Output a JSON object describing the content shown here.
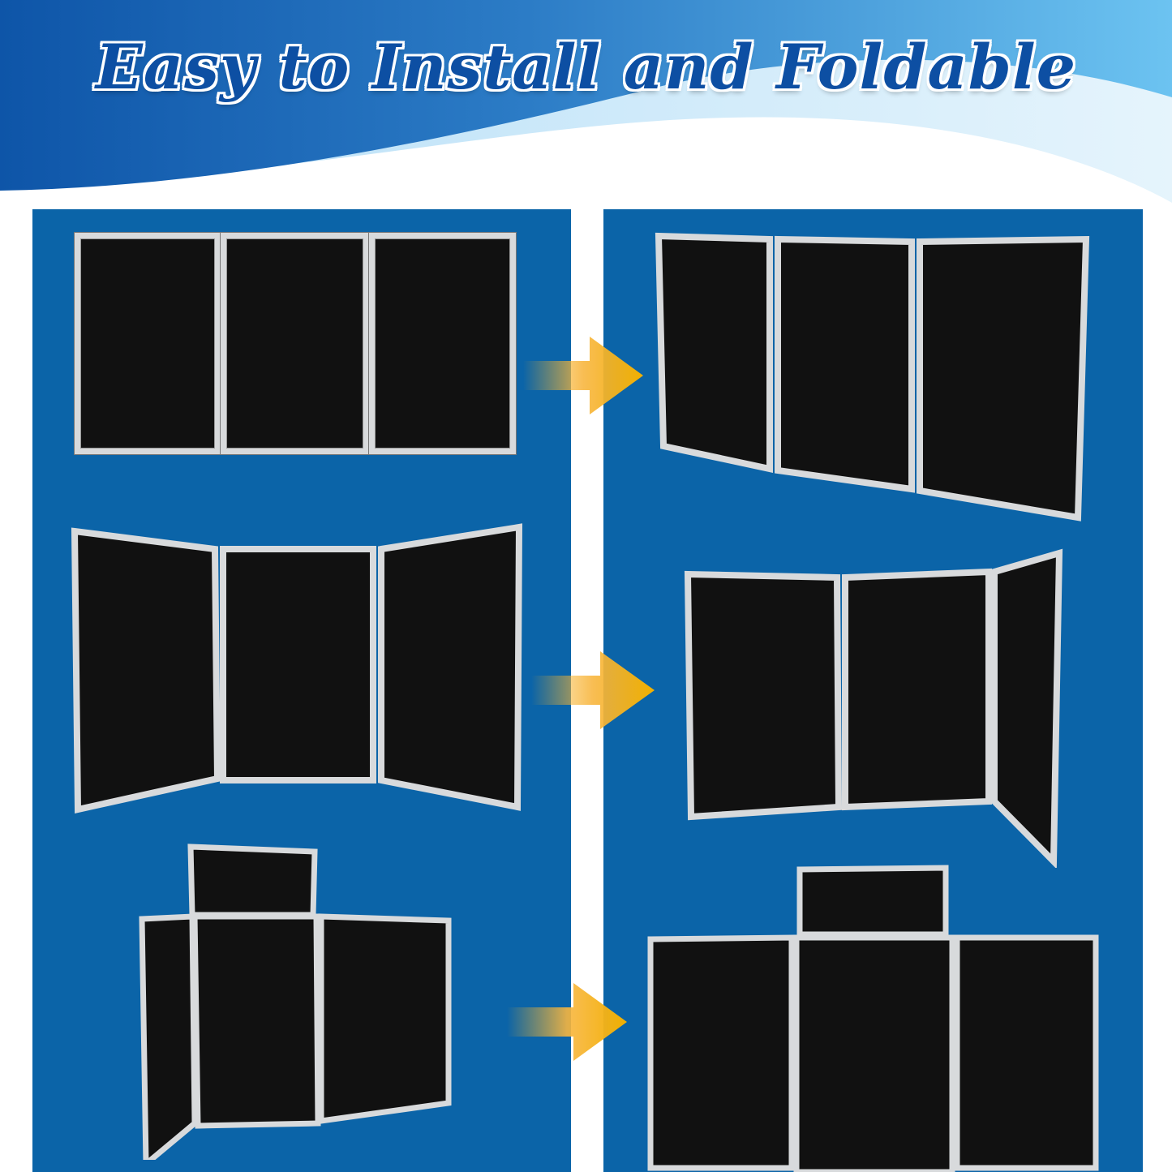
{
  "header": {
    "title": "Easy to Install and Foldable"
  },
  "colors": {
    "banner_dark": "#0d4fa3",
    "banner_light": "#7cc8f2",
    "panel_bg": "#0b64a8",
    "board_fill": "#111111",
    "frame": "#d8dadc",
    "arrow": "#f6b21c"
  },
  "steps": [
    {
      "from": "Flat tri-fold board (3 panels, flat)",
      "to": "Tri-fold board angled view"
    },
    {
      "from": "Tri-fold board with side wings angled",
      "to": "Tri-fold board folding, right wing turned"
    },
    {
      "from": "Tri-fold board with header panel, wings angled",
      "to": "Tri-fold board with header panel, flat"
    }
  ],
  "icons": {
    "arrow": "arrow-right-icon"
  }
}
